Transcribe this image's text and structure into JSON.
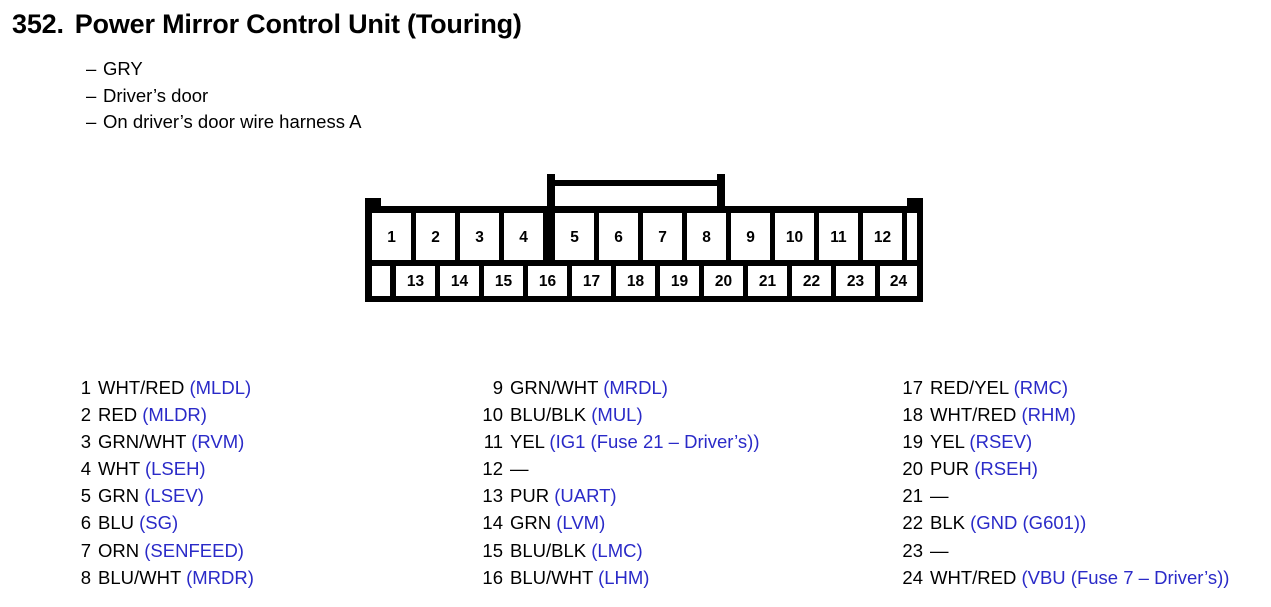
{
  "heading": {
    "number": "352.",
    "title": "Power Mirror Control Unit (Touring)"
  },
  "notes": [
    {
      "dash": "–",
      "text": "GRY"
    },
    {
      "dash": "–",
      "text": "Driver’s door"
    },
    {
      "dash": "–",
      "text": "On driver’s door wire harness A"
    }
  ],
  "connector": {
    "name": "24-pin connector",
    "top_row_pins": [
      "1",
      "2",
      "3",
      "4",
      "5",
      "6",
      "7",
      "8",
      "9",
      "10",
      "11",
      "12"
    ],
    "bottom_row_pins": [
      "13",
      "14",
      "15",
      "16",
      "17",
      "18",
      "19",
      "20",
      "21",
      "22",
      "23",
      "24"
    ],
    "line_color": "#000000",
    "fill_color": "#ffffff"
  },
  "colors": {
    "signal_blue": "#2a2ac8",
    "text_black": "#000000",
    "background": "#ffffff"
  },
  "pin_columns": [
    {
      "name": "pins-1-8",
      "rows": [
        {
          "index": "1",
          "wire": "WHT/RED",
          "signal": "(MLDL)"
        },
        {
          "index": "2",
          "wire": "RED",
          "signal": "(MLDR)"
        },
        {
          "index": "3",
          "wire": "GRN/WHT",
          "signal": "(RVM)"
        },
        {
          "index": "4",
          "wire": "WHT",
          "signal": "(LSEH)"
        },
        {
          "index": "5",
          "wire": "GRN",
          "signal": "(LSEV)"
        },
        {
          "index": "6",
          "wire": "BLU",
          "signal": "(SG)"
        },
        {
          "index": "7",
          "wire": "ORN",
          "signal": "(SENFEED)"
        },
        {
          "index": "8",
          "wire": "BLU/WHT",
          "signal": "(MRDR)"
        }
      ]
    },
    {
      "name": "pins-9-16",
      "rows": [
        {
          "index": "9",
          "wire": "GRN/WHT",
          "signal": "(MRDL)"
        },
        {
          "index": "10",
          "wire": "BLU/BLK",
          "signal": "(MUL)"
        },
        {
          "index": "11",
          "wire": "YEL",
          "signal": "(IG1 (Fuse 21 – Driver’s))"
        },
        {
          "index": "12",
          "wire": "—",
          "signal": ""
        },
        {
          "index": "13",
          "wire": "PUR",
          "signal": "(UART)"
        },
        {
          "index": "14",
          "wire": "GRN",
          "signal": "(LVM)"
        },
        {
          "index": "15",
          "wire": "BLU/BLK",
          "signal": "(LMC)"
        },
        {
          "index": "16",
          "wire": "BLU/WHT",
          "signal": "(LHM)"
        }
      ]
    },
    {
      "name": "pins-17-24",
      "rows": [
        {
          "index": "17",
          "wire": "RED/YEL",
          "signal": "(RMC)"
        },
        {
          "index": "18",
          "wire": "WHT/RED",
          "signal": "(RHM)"
        },
        {
          "index": "19",
          "wire": "YEL",
          "signal": "(RSEV)"
        },
        {
          "index": "20",
          "wire": "PUR",
          "signal": "(RSEH)"
        },
        {
          "index": "21",
          "wire": "—",
          "signal": ""
        },
        {
          "index": "22",
          "wire": "BLK",
          "signal": "(GND (G601))"
        },
        {
          "index": "23",
          "wire": "—",
          "signal": ""
        },
        {
          "index": "24",
          "wire": "WHT/RED",
          "signal": "(VBU (Fuse 7 – Driver’s))"
        }
      ]
    }
  ]
}
